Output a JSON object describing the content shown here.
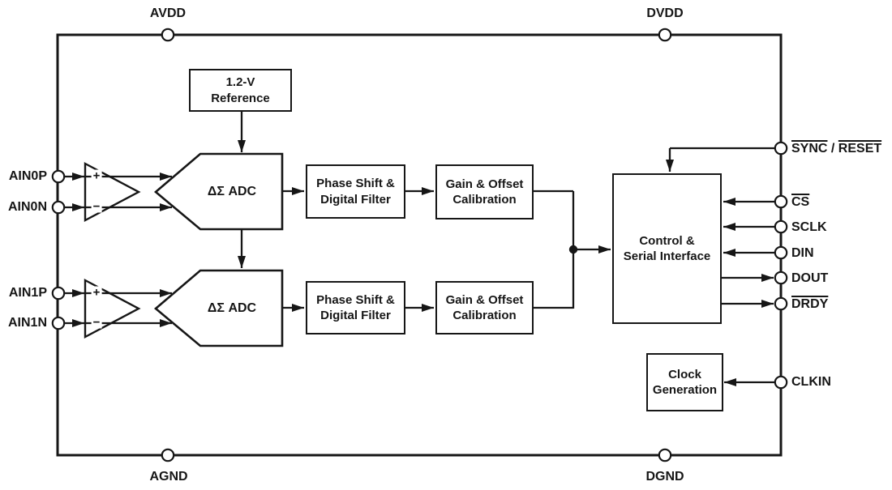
{
  "blocks": {
    "reference": {
      "line1": "1.2-V",
      "line2": "Reference"
    },
    "adc_ch0": {
      "label": "ΔΣ ADC"
    },
    "adc_ch1": {
      "label": "ΔΣ ADC"
    },
    "phase_filter_ch0": {
      "line1": "Phase Shift &",
      "line2": "Digital Filter"
    },
    "phase_filter_ch1": {
      "line1": "Phase Shift &",
      "line2": "Digital Filter"
    },
    "gain_cal_ch0": {
      "line1": "Gain & Offset",
      "line2": "Calibration"
    },
    "gain_cal_ch1": {
      "line1": "Gain & Offset",
      "line2": "Calibration"
    },
    "control": {
      "line1": "Control &",
      "line2": "Serial Interface"
    },
    "clock_gen": {
      "line1": "Clock",
      "line2": "Generation"
    }
  },
  "pins": {
    "top": {
      "avdd": "AVDD",
      "dvdd": "DVDD"
    },
    "bottom": {
      "agnd": "AGND",
      "dgnd": "DGND"
    },
    "left": {
      "ain0p": "AIN0P",
      "ain0n": "AIN0N",
      "ain1p": "AIN1P",
      "ain1n": "AIN1N"
    },
    "right": {
      "sync_reset": {
        "part1": "SYNC",
        "sep": " / ",
        "part2": "RESET"
      },
      "cs": "CS",
      "sclk": "SCLK",
      "din": "DIN",
      "dout": "DOUT",
      "drdy": "DRDY",
      "clkin": "CLKIN"
    }
  },
  "opamp": {
    "plus": "+",
    "minus": "−"
  },
  "colors": {
    "line": "#161616",
    "background": "#ffffff"
  }
}
